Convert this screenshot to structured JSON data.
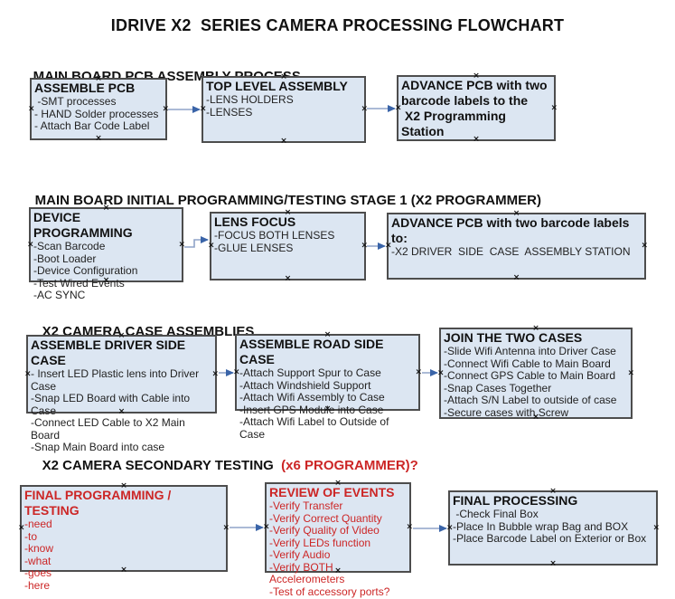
{
  "page": {
    "title": "IDRIVE X2  SERIES CAMERA PROCESSING FLOWCHART"
  },
  "colors": {
    "box_fill": "#dce6f2",
    "box_border": "#4d4d4d",
    "red_text": "#cc2626",
    "arrow_line": "#8fa3c8",
    "arrow_head": "#3a64a8"
  },
  "sections": [
    {
      "heading": "MAIN BOARD PCB ASSEMBLY PROCESS",
      "boxes": [
        {
          "title": "ASSEMBLE PCB",
          "items": [
            " -SMT processes",
            "- HAND Solder processes",
            "- Attach Bar Code Label"
          ]
        },
        {
          "title": "TOP LEVEL ASSEMBLY",
          "items": [
            "-LENS HOLDERS",
            "-LENSES"
          ]
        },
        {
          "title": "ADVANCE PCB with two\nbarcode labels to the\n X2 Programming Station",
          "items": []
        }
      ]
    },
    {
      "heading": "MAIN BOARD INITIAL PROGRAMMING/TESTING STAGE 1 (X2 PROGRAMMER)",
      "boxes": [
        {
          "title": "DEVICE PROGRAMMING",
          "items": [
            "-Scan Barcode",
            "-Boot Loader",
            "-Device Configuration",
            "-Test Wired Events",
            "-AC SYNC"
          ]
        },
        {
          "title": "LENS FOCUS",
          "items": [
            "-FOCUS BOTH LENSES",
            "-GLUE LENSES"
          ]
        },
        {
          "title": "ADVANCE PCB with two barcode labels to:",
          "items": [
            "-X2 DRIVER  SIDE  CASE  ASSEMBLY STATION"
          ]
        }
      ]
    },
    {
      "heading": "X2 CAMERA CASE ASSEMBLIES",
      "boxes": [
        {
          "title": "ASSEMBLE DRIVER SIDE CASE",
          "items": [
            "- Insert LED Plastic lens into Driver Case",
            "-Snap LED Board with Cable into Case",
            "-Connect LED Cable to X2 Main Board",
            "-Snap Main Board into case"
          ]
        },
        {
          "title": "ASSEMBLE ROAD SIDE CASE",
          "items": [
            "-Attach Support Spur to Case",
            "-Attach Windshield Support",
            "-Attach Wifi Assembly to Case",
            "-Insert GPS Module into Case",
            "-Attach Wifi Label to Outside of Case"
          ]
        },
        {
          "title": "JOIN THE TWO CASES",
          "items": [
            "-Slide Wifi Antenna into Driver Case",
            "-Connect Wifi Cable to Main Board",
            "-Connect GPS Cable to Main Board",
            "-Snap Cases Together",
            "-Attach S/N Label to outside of case",
            "-Secure cases with Screw"
          ]
        }
      ]
    },
    {
      "heading": "X2 CAMERA SECONDARY TESTING  ",
      "heading_red": "(x6 PROGRAMMER)?",
      "boxes": [
        {
          "title": "FINAL PROGRAMMING / TESTING",
          "red": true,
          "items": [
            "-need",
            "-to",
            "-know",
            "-what",
            "-goes",
            "-here"
          ]
        },
        {
          "title": "REVIEW OF EVENTS",
          "red": true,
          "items": [
            "-Verify Transfer",
            "-Verify Correct Quantity",
            "-Verify Quality of Video",
            "-Verify LEDs function",
            "-Verify Audio",
            "-Verify BOTH Accelerometers",
            "-Test of accessory ports?"
          ]
        },
        {
          "title": "FINAL PROCESSING",
          "red": false,
          "items": [
            " -Check Final Box",
            "-Place In Bubble wrap Bag and BOX",
            "-Place Barcode Label on Exterior or Box"
          ]
        }
      ]
    }
  ]
}
